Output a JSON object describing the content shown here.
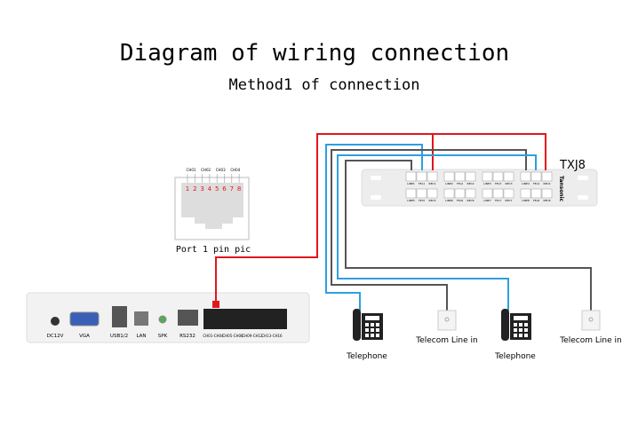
{
  "title": "Diagram of wiring connection",
  "subtitle": "Method1 of connection",
  "pin_diagram": {
    "caption": "Port 1 pin pic",
    "channels": [
      "CH01",
      "CH02",
      "CH03",
      "CH04"
    ],
    "pins": [
      "1",
      "2",
      "3",
      "4",
      "5",
      "6",
      "7",
      "8"
    ]
  },
  "panel": {
    "model": "TXJ8",
    "brand": "Tansonic",
    "top_row": [
      "LINE1",
      "TEL1",
      "REC1",
      "LINE2",
      "TEL2",
      "REC2",
      "LINE3",
      "TEL3",
      "REC3",
      "LINE4",
      "TEL4",
      "REC4"
    ],
    "bottom_row": [
      "LINE5",
      "TEL5",
      "REC5",
      "LINE6",
      "TEL6",
      "REC6",
      "LINE7",
      "TEL7",
      "REC7",
      "LINE8",
      "TEL8",
      "REC8"
    ]
  },
  "device": {
    "ports": [
      "DC12V",
      "VGA",
      "USB1/2",
      "LAN",
      "SPK",
      "RS232",
      "CH01-CH04",
      "CH05-CH08",
      "CH09-CH12",
      "CH13-CH16"
    ]
  },
  "endpoints": {
    "telephone": "Telephone",
    "telecom": "Telecom Line in"
  },
  "colors": {
    "red": "#e0161b",
    "blue": "#2e9fe0",
    "gray": "#555555"
  }
}
